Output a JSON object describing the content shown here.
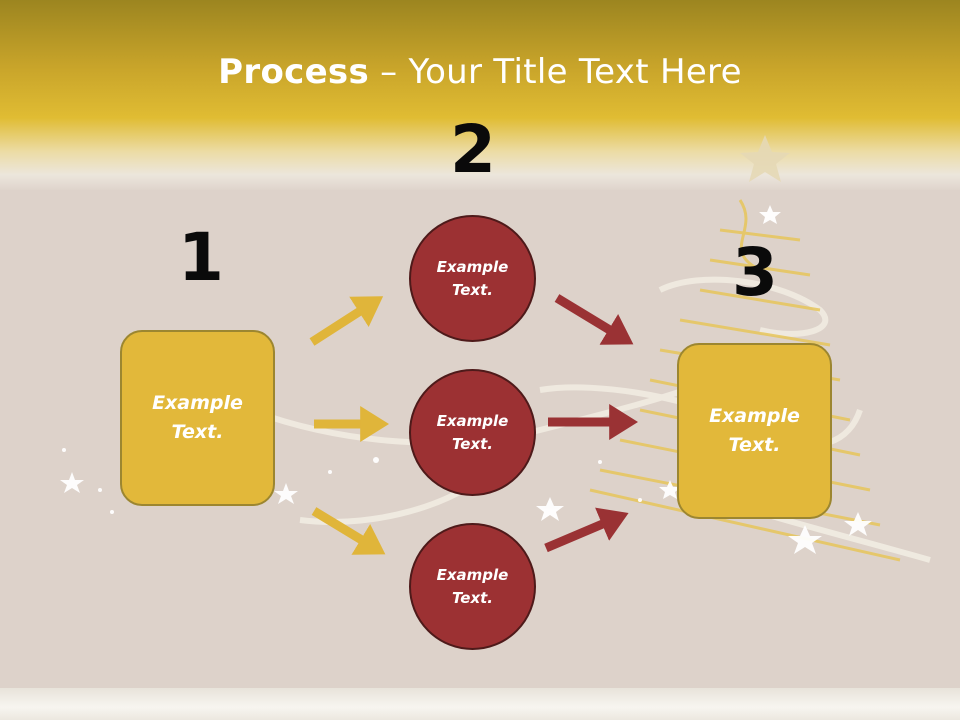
{
  "title": {
    "bold": "Process",
    "separator": " – ",
    "rest": "Your Title Text Here"
  },
  "steps": [
    {
      "number": "1",
      "text": "Example\nText."
    },
    {
      "number": "2",
      "items": [
        "Example\nText.",
        "Example\nText.",
        "Example\nText."
      ]
    },
    {
      "number": "3",
      "text": "Example\nText."
    }
  ],
  "colors": {
    "gold_box": "#e2b83a",
    "red_circle": "#9c3133",
    "gold_arrow": "#e0b53a",
    "red_arrow": "#9a3234",
    "header_gold": "#e0bc33"
  }
}
